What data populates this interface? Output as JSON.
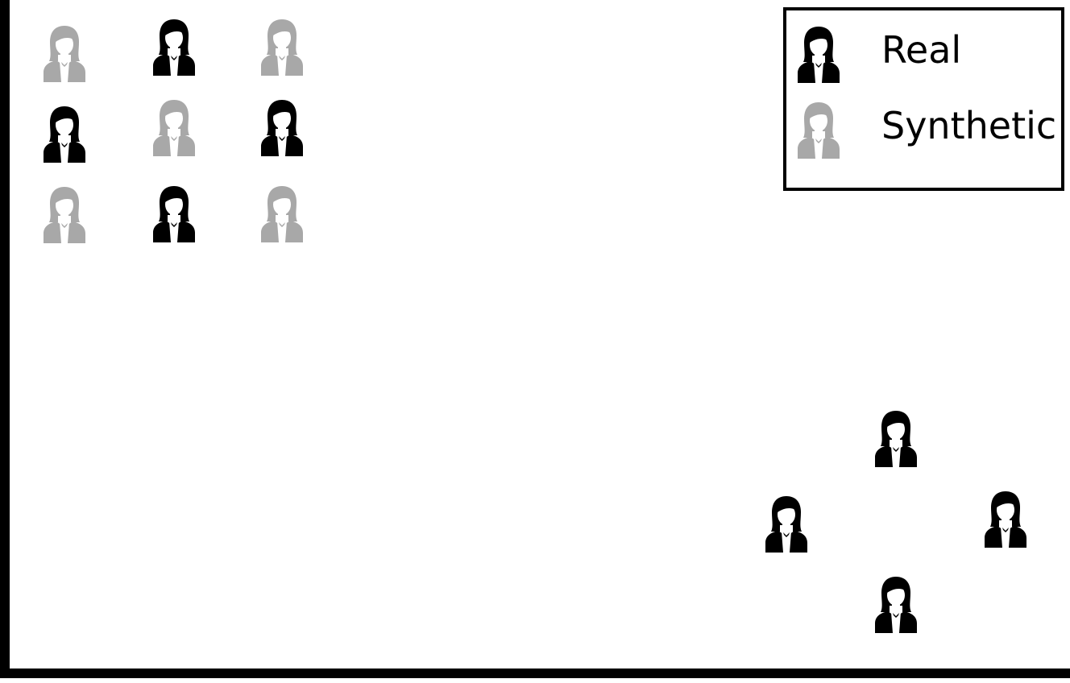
{
  "legend": {
    "items": [
      {
        "label": "Real",
        "icon": "person-icon",
        "color": "#000000"
      },
      {
        "label": "Synthetic",
        "icon": "person-icon",
        "color": "#a8a8a8"
      }
    ]
  },
  "colors": {
    "real": "#000000",
    "synthetic": "#a8a8a8",
    "axis": "#000000",
    "background": "#ffffff"
  },
  "groups": [
    {
      "name": "grid-cluster",
      "people": [
        "synthetic",
        "real",
        "synthetic",
        "real",
        "synthetic",
        "real",
        "synthetic",
        "real",
        "synthetic"
      ]
    },
    {
      "name": "diamond-cluster",
      "people": [
        "real",
        "real",
        "real",
        "real"
      ]
    }
  ]
}
